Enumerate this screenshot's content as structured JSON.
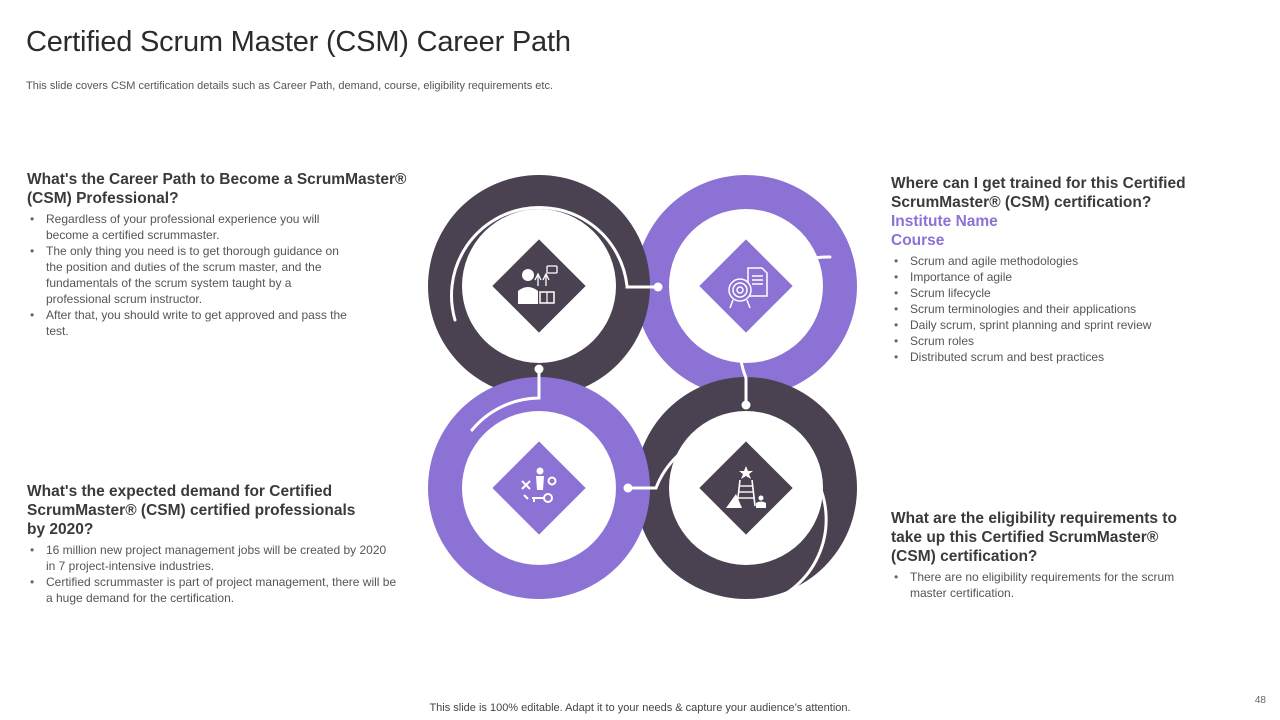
{
  "slide": {
    "title": "Certified Scrum Master (CSM) Career Path",
    "subtitle": "This slide covers CSM certification details such as Career Path, demand, course, eligibility requirements etc.",
    "footer": "This slide is 100% editable. Adapt it to your needs & capture your audience’s attention.",
    "page_number": "48"
  },
  "colors": {
    "dark": "#4a4250",
    "purple": "#8b72d4",
    "white": "#ffffff"
  },
  "career_path": {
    "heading": "What's the Career Path to Become a ScrumMaster® (CSM) Professional?",
    "bullets": [
      "Regardless of your professional experience you will become a certified scrummaster.",
      "The only thing you need is to get thorough guidance on the position and duties of the scrum master, and the fundamentals of the scrum system taught by a professional scrum instructor.",
      "After that, you should write to get approved and pass the test."
    ]
  },
  "training": {
    "heading": "Where can I get trained for this Certified ScrumMaster® (CSM) certification?",
    "institute": "Institute Name",
    "course": "Course",
    "bullets": [
      "Scrum and agile methodologies",
      "Importance of agile",
      "Scrum lifecycle",
      "Scrum terminologies and their applications",
      "Daily scrum, sprint planning and sprint review",
      "Scrum roles",
      "Distributed scrum and best practices"
    ]
  },
  "demand": {
    "heading": "What's the expected demand for Certified ScrumMaster® (CSM) certified professionals by 2020?",
    "bullets": [
      "16 million new project management jobs will be created by 2020 in 7 project-intensive industries.",
      "Certified scrummaster is part of project management, there will be a huge demand for the certification."
    ]
  },
  "eligibility": {
    "heading": "What are the eligibility requirements to take up this Certified ScrumMaster® (CSM) certification?",
    "bullets": [
      "There are no eligibility requirements for the scrum master certification."
    ]
  },
  "icons": [
    "professional-icon",
    "document-icon",
    "skills-key-icon",
    "career-ladder-icon"
  ]
}
